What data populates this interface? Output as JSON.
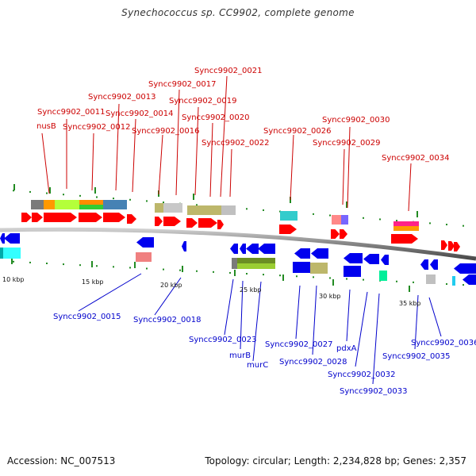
{
  "title": "Synechococcus sp. CC9902, complete genome",
  "footer": {
    "accession": "Accession: NC_007513",
    "stats": "Topology: circular; Length: 2,234,828 bp; Genes: 2,357"
  },
  "ticks": [
    "10 kbp",
    "15 kbp",
    "20 kbp",
    "25 kbp",
    "30 kbp",
    "35 kbp"
  ],
  "gene_labels_top": [
    "nusB",
    "Syncc9902_0011",
    "Syncc9902_0012",
    "Syncc9902_0013",
    "Syncc9902_0014",
    "Syncc9902_0016",
    "Syncc9902_0017",
    "Syncc9902_0019",
    "Syncc9902_0020",
    "Syncc9902_0021",
    "Syncc9902_0022",
    "Syncc9902_0026",
    "Syncc9902_0029",
    "Syncc9902_0030",
    "Syncc9902_0034"
  ],
  "gene_labels_bottom": [
    "Syncc9902_0015",
    "Syncc9902_0018",
    "Syncc9902_0023",
    "murB",
    "murC",
    "Syncc9902_0027",
    "Syncc9902_0028",
    "pdxA",
    "Syncc9902_0032",
    "Syncc9902_0033",
    "Syncc9902_0035",
    "Syncc9902_0036"
  ],
  "colors": {
    "forward": "#ff0000",
    "reverse": "#0000ee",
    "forward_label": "#cc0000",
    "reverse_label": "#0000cc",
    "backbone": "#888888",
    "tick": "#228b22"
  }
}
